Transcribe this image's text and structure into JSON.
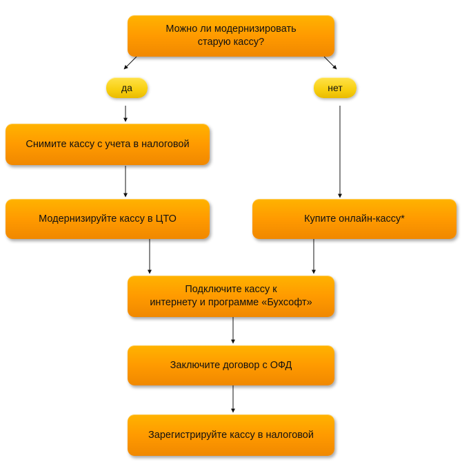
{
  "nodes": {
    "question": "Можно ли модернизировать\nстарую кассу?",
    "yes_label": "да",
    "no_label": "нет",
    "deregister": "Снимите кассу с учета в налоговой",
    "modernize": "Модернизируйте кассу в ЦТО",
    "buy": "Купите онлайн-кассу*",
    "connect": "Подключите кассу к\nинтернету и программе «Бухсофт»",
    "ofd": "Заключите договор с ОФД",
    "register": "Зарегистрируйте кассу в налоговой"
  },
  "colors": {
    "box_fill": "#ff9a00",
    "pill_fill": "#f8cf10",
    "line": "#111111"
  }
}
